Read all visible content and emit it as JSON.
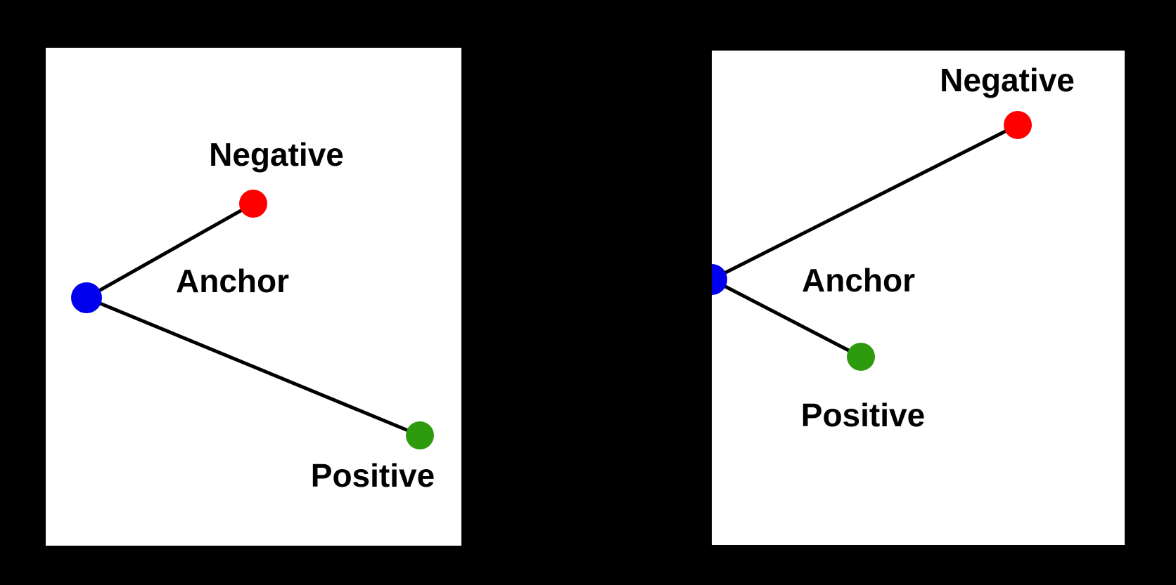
{
  "figure": {
    "background_color": "#000000",
    "panel_background": "#ffffff",
    "description": "Two-panel triplet loss illustration showing anchor, positive and negative embeddings before and after learning"
  },
  "palette": {
    "anchor": "#0000ee",
    "positive": "#2e9b0e",
    "negative": "#fe0000",
    "edge": "#000000",
    "text": "#000000"
  },
  "labels": {
    "anchor": "Anchor",
    "positive": "Positive",
    "negative": "Negative"
  },
  "chart_data": {
    "type": "scatter",
    "title": "",
    "xlabel": "",
    "ylabel": "",
    "grid": false,
    "legend": "none",
    "panels": [
      {
        "name": "before-learning",
        "panel_index": 0,
        "xlim": [
          0,
          591
        ],
        "ylim": [
          0,
          709
        ],
        "points": [
          {
            "label": "Anchor",
            "role": "anchor",
            "color": "#0000ee",
            "x": 58,
            "y": 356,
            "radius": 22,
            "label_x": 185,
            "label_y": 348,
            "label_anchor": "start"
          },
          {
            "label": "Negative",
            "role": "negative",
            "color": "#fe0000",
            "x": 295,
            "y": 222,
            "radius": 20,
            "label_x": 328,
            "label_y": 168,
            "label_anchor": "middle"
          },
          {
            "label": "Positive",
            "role": "positive",
            "color": "#2e9b0e",
            "x": 532,
            "y": 552,
            "radius": 20,
            "label_x": 465,
            "label_y": 625,
            "label_anchor": "middle"
          }
        ],
        "edges": [
          {
            "from": "Anchor",
            "to": "Negative",
            "relation": "anchor-negative-distance"
          },
          {
            "from": "Anchor",
            "to": "Positive",
            "relation": "anchor-positive-distance"
          }
        ]
      },
      {
        "name": "after-learning",
        "panel_index": 1,
        "xlim": [
          0,
          587
        ],
        "ylim": [
          0,
          704
        ],
        "points": [
          {
            "label": "Anchor",
            "role": "anchor",
            "color": "#0000ee",
            "x": 0,
            "y": 326,
            "radius": 22,
            "label_x": 128,
            "label_y": 343,
            "label_anchor": "start"
          },
          {
            "label": "Negative",
            "role": "negative",
            "color": "#fe0000",
            "x": 435,
            "y": 106,
            "radius": 20,
            "label_x": 420,
            "label_y": 58,
            "label_anchor": "middle"
          },
          {
            "label": "Positive",
            "role": "positive",
            "color": "#2e9b0e",
            "x": 212,
            "y": 436,
            "radius": 20,
            "label_x": 215,
            "label_y": 535,
            "label_anchor": "middle"
          }
        ],
        "edges": [
          {
            "from": "Anchor",
            "to": "Negative",
            "relation": "anchor-negative-distance"
          },
          {
            "from": "Anchor",
            "to": "Positive",
            "relation": "anchor-positive-distance"
          }
        ]
      }
    ]
  }
}
